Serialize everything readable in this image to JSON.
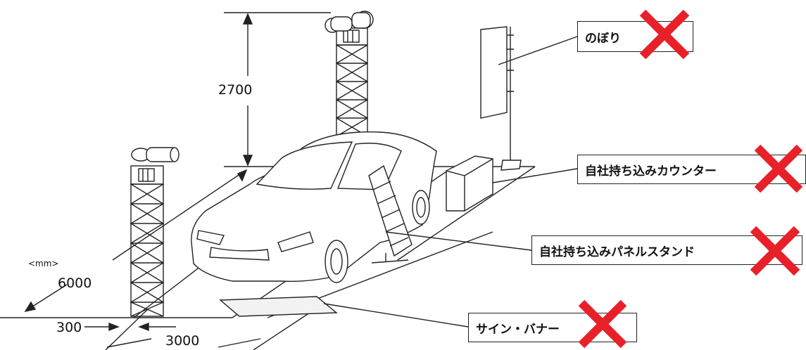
{
  "unit_label": "<mm>",
  "dimensions": {
    "height": "2700",
    "depth": "6000",
    "width": "3000",
    "offset": "300"
  },
  "callouts": [
    {
      "id": "nobori",
      "label": "のぼり"
    },
    {
      "id": "counter",
      "label": "自社持ち込みカウンター"
    },
    {
      "id": "panel_stand",
      "label": "自社持ち込みパネルスタンド"
    },
    {
      "id": "sign_banner",
      "label": "サイン・バナー"
    }
  ],
  "prohibited_mark_color": "#e8202a",
  "line_color": "#222222"
}
